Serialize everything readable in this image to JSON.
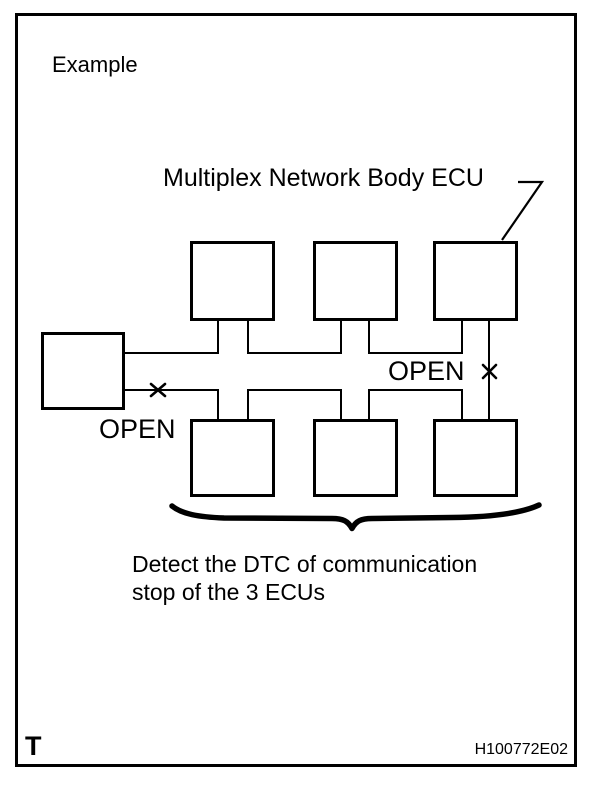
{
  "figure": {
    "title": "Example",
    "callout_label": "Multiplex Network Body ECU",
    "open_left_label": "OPEN",
    "open_right_label": "OPEN",
    "caption": {
      "line1": "Detect the DTC of communication",
      "line2": "stop of the 3 ECUs"
    },
    "footer_left": "T",
    "figure_code": "H100772E02",
    "colors": {
      "ink": "#000000",
      "background": "#ffffff"
    },
    "icons": {
      "open_break": "x-cross",
      "grouping": "curly-brace-down",
      "callout": "leader-line"
    }
  }
}
